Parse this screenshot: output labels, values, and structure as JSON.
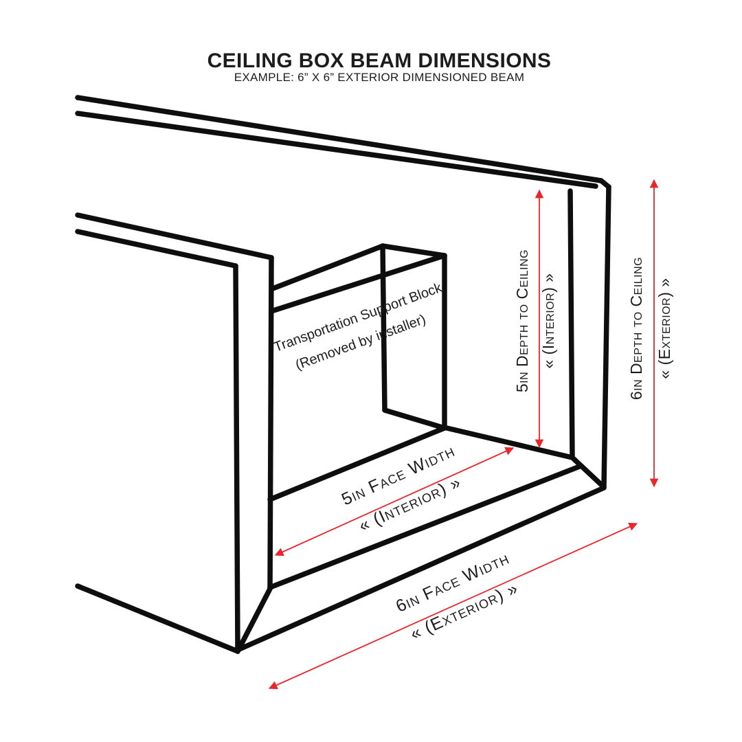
{
  "header": {
    "title": "CEILING BOX BEAM DIMENSIONS",
    "subtitle": "EXAMPLE: 6” X 6” EXTERIOR DIMENSIONED BEAM"
  },
  "diagram": {
    "support_block": {
      "line1": "Transportation Support Block",
      "line2": "(Removed by installer)"
    },
    "dimensions": {
      "interior_depth": {
        "label": "5in Depth to Ceiling",
        "qualifier": "« (Interior) »"
      },
      "exterior_depth": {
        "label": "6in Depth to Ceiling",
        "qualifier": "« (Exterior) »"
      },
      "interior_width": {
        "label": "5in Face Width",
        "qualifier": "« (Interior) »"
      },
      "exterior_width": {
        "label": "6in Face Width",
        "qualifier": "« (Exterior) »"
      }
    }
  },
  "colors": {
    "dimension_red": "#e8262b",
    "line_ink": "#0e0e0e",
    "text_ink": "#1c1c1c",
    "background": "#ffffff"
  }
}
